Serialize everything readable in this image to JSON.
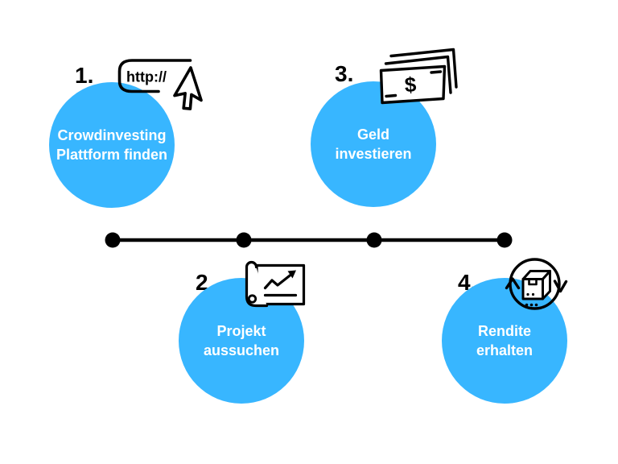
{
  "colors": {
    "circle_fill": "#38B6FF",
    "circle_text": "#FFFFFF",
    "line_color": "#000000"
  },
  "steps": [
    {
      "number": "1.",
      "line1": "Crowdinvesting",
      "line2": "Plattform finden",
      "icon": "browser-url-icon"
    },
    {
      "number": "2.",
      "line1": "Projekt",
      "line2": "aussuchen",
      "icon": "chart-scroll-icon"
    },
    {
      "number": "3.",
      "line1": "Geld",
      "line2": "investieren",
      "icon": "money-bills-icon"
    },
    {
      "number": "4.",
      "line1": "Rendite",
      "line2": "erhalten",
      "icon": "package-return-icon"
    }
  ],
  "icons": {
    "browser": {
      "label": "http://"
    },
    "money": {
      "label": "$"
    }
  },
  "timeline": {
    "dot_count": 4
  }
}
